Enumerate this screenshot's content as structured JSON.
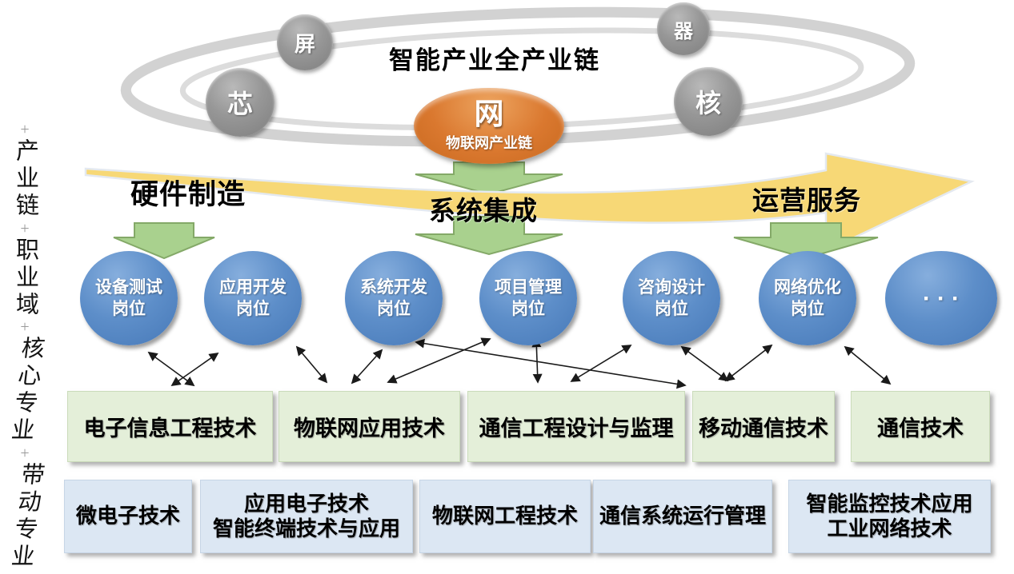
{
  "top": {
    "title": "智能产业全产业链",
    "ring_nodes": [
      {
        "label": "屏"
      },
      {
        "label": "器"
      },
      {
        "label": "芯"
      },
      {
        "label": "核"
      }
    ],
    "hub": {
      "label": "网",
      "sublabel": "物联网产业链"
    }
  },
  "flow": {
    "stages": [
      {
        "label": "硬件制造"
      },
      {
        "label": "系统集成"
      },
      {
        "label": "运营服务"
      }
    ]
  },
  "jobs": [
    {
      "l1": "设备测试",
      "l2": "岗位"
    },
    {
      "l1": "应用开发",
      "l2": "岗位"
    },
    {
      "l1": "系统开发",
      "l2": "岗位"
    },
    {
      "l1": "项目管理",
      "l2": "岗位"
    },
    {
      "l1": "咨询设计",
      "l2": "岗位"
    },
    {
      "l1": "网络优化",
      "l2": "岗位"
    },
    {
      "dots": "···"
    }
  ],
  "core_majors": [
    {
      "label": "电子信息工程技术"
    },
    {
      "label": "物联网应用技术"
    },
    {
      "label": "通信工程设计与监理"
    },
    {
      "label": "移动通信技术"
    },
    {
      "label": "通信技术"
    }
  ],
  "driven_majors": [
    {
      "l1": "微电子技术",
      "l2": ""
    },
    {
      "l1": "应用电子技术",
      "l2": "智能终端技术与应用"
    },
    {
      "l1": "物联网工程技术",
      "l2": ""
    },
    {
      "l1": "通信系统运行管理",
      "l2": ""
    },
    {
      "l1": "智能监控技术应用",
      "l2": "工业网络技术"
    }
  ],
  "sidebar": {
    "separator": "+",
    "items": [
      {
        "label": "产业链"
      },
      {
        "label": "职业域"
      },
      {
        "label": "核心专业"
      },
      {
        "label": "带动专业"
      }
    ]
  },
  "colors": {
    "hub_orange": "#d9772e",
    "job_blue": "#5d8ec9",
    "core_box_green": "#e4efd9",
    "driven_box_blue": "#dce7f3",
    "flow_band_yellow": "#f7d876",
    "stage_arrow_green": "#a9d18e",
    "ring_gray": "#d2d2d2",
    "node_gray": "#8c8c8c"
  }
}
